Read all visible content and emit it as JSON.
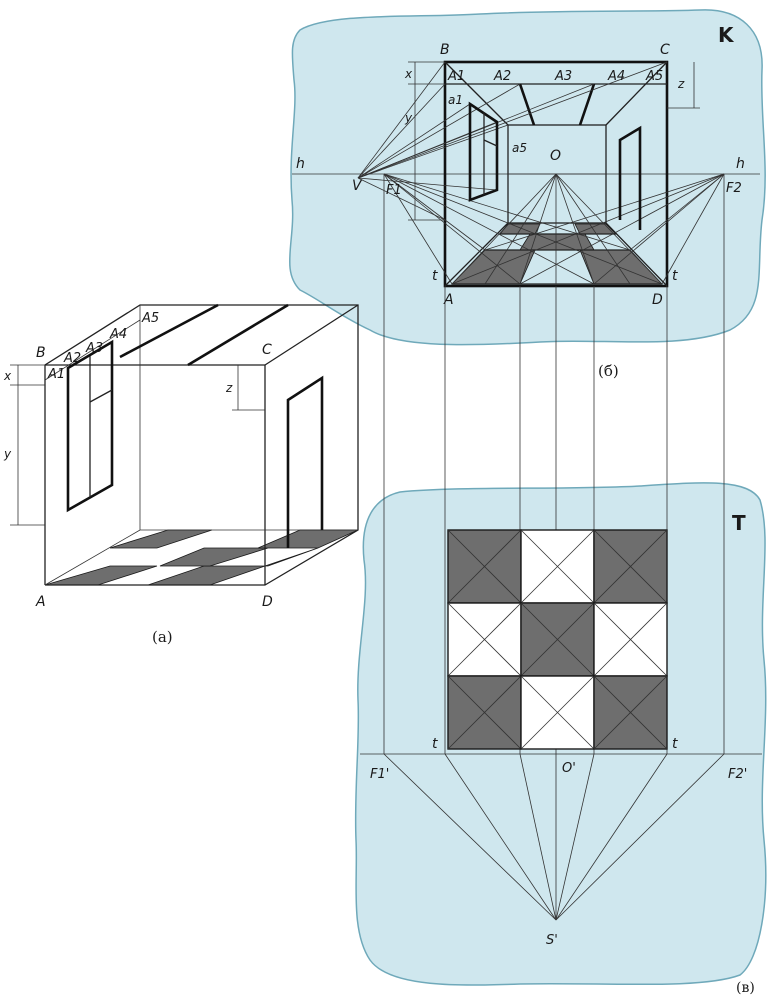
{
  "colors": {
    "sheet": "#cfe7ee",
    "sheet_edge": "#6fa9ba",
    "dark_tile": "#6e6e6e",
    "line": "#1a1a1a"
  },
  "fig_a": {
    "caption": "(a)",
    "labels": {
      "A": "A",
      "B": "B",
      "C": "C",
      "D": "D",
      "A1": "A1",
      "A2": "A2",
      "A3": "A3",
      "A4": "A4",
      "A5": "A5",
      "x": "x",
      "y": "y",
      "z": "z"
    }
  },
  "fig_b": {
    "caption": "(б)",
    "panel_letter": "K",
    "labels": {
      "B": "B",
      "C": "C",
      "A": "A",
      "D": "D",
      "A1": "A1",
      "A2": "A2",
      "A3": "A3",
      "A4": "A4",
      "A5": "A5",
      "a1": "a1",
      "a5": "a5",
      "O": "O",
      "V": "V",
      "F1": "F1",
      "F2": "F2",
      "h_left": "h",
      "h_right": "h",
      "t_left": "t",
      "t_right": "t",
      "x": "x",
      "y": "y",
      "z": "z"
    }
  },
  "fig_v": {
    "caption": "(в)",
    "panel_letter": "T",
    "labels": {
      "t_left": "t",
      "t_right": "t",
      "F1p": "F1'",
      "F2p": "F2'",
      "Op": "O'",
      "Sp": "S'"
    }
  }
}
